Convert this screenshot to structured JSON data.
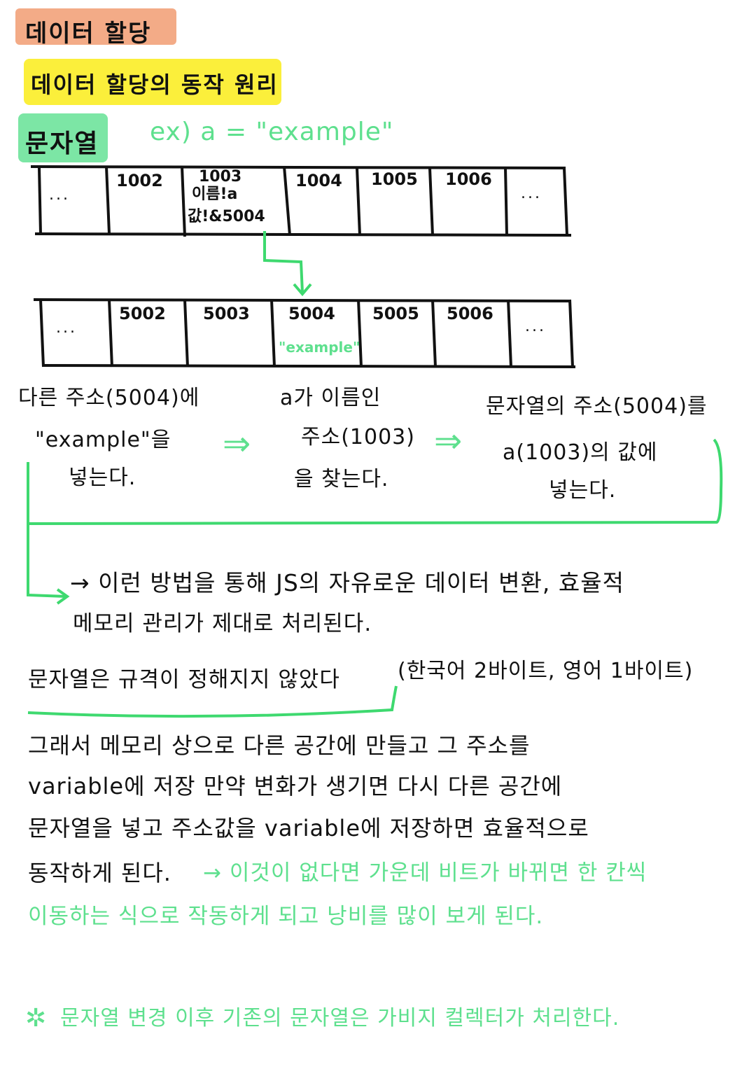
{
  "titles": {
    "main": "데이터 할당",
    "sub": "데이터 할당의 동작 원리",
    "string_label": "문자열",
    "example": "ex) a = \"example\""
  },
  "array1": {
    "cells": [
      "...",
      "1002",
      "1003",
      "1004",
      "1005",
      "1006",
      "..."
    ],
    "cell_1003_name": "이름!a",
    "cell_1003_value": "값!&5004"
  },
  "array2": {
    "cells": [
      "...",
      "5002",
      "5003",
      "5004",
      "5005",
      "5006",
      "..."
    ],
    "cell_5004_value": "\"example\""
  },
  "steps": {
    "step1": [
      "다른 주소(5004)에",
      "\"example\"을",
      "넣는다."
    ],
    "step2": [
      "a가 이름인",
      "주소(1003)",
      "을 찾는다."
    ],
    "step3": [
      "문자열의 주소(5004)를",
      "a(1003)의 값에",
      "넣는다."
    ],
    "arrow": "⇒"
  },
  "result": {
    "line1": "→ 이런 방법을 통해 JS의 자유로운 데이터 변환, 효율적",
    "line2": "메모리 관리가 제대로 처리된다."
  },
  "rule": {
    "underlined": "문자열은 규격이 정해지지 않았다",
    "paren": "(한국어 2바이트, 영어 1바이트)"
  },
  "paragraph": {
    "line1": "그래서 메모리 상으로 다른 공간에 만들고 그 주소를",
    "line2": "variable에 저장 만약 변화가 생기면 다시 다른 공간에",
    "line3": "문자열을 넣고 주소값을 variable에 저장하면 효율적으로",
    "line4_black": "동작하게 된다.",
    "line4_green": "→ 이것이 없다면 가운데 비트가 바뀌면 한 칸씩",
    "line5_green": "이동하는 식으로 작동하게 되고 낭비를 많이 보게 된다."
  },
  "footnote": {
    "star": "✲",
    "text": "문자열 변경 이후 기존의 문자열은 가비지 컬렉터가 처리한다."
  },
  "colors": {
    "orange_highlight": "#f2a27a",
    "yellow_highlight": "#fbef3b",
    "green_highlight": "#7ce6a5",
    "green_ink": "#2ecc71"
  }
}
